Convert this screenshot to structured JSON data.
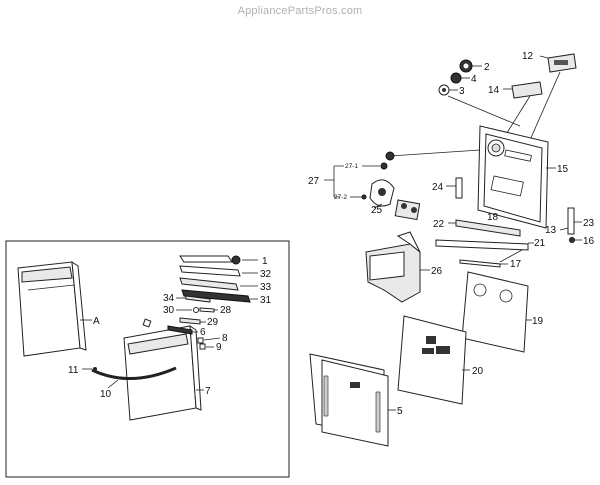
{
  "watermark": "AppliancePartsPros.com",
  "callouts": {
    "c1": "1",
    "c2": "2",
    "c3": "3",
    "c4": "4",
    "c5": "5",
    "c6": "6",
    "c7": "7",
    "c8": "8",
    "c9": "9",
    "c10": "10",
    "c11": "11",
    "c12": "12",
    "c13": "13",
    "c14": "14",
    "c15": "15",
    "c16": "16",
    "c17": "17",
    "c18": "18",
    "c19": "19",
    "c20": "20",
    "c21": "21",
    "c22": "22",
    "c23": "23",
    "c24": "24",
    "c25": "25",
    "c26": "26",
    "c27": "27",
    "c27_1": "27-1",
    "c27_2": "27-2",
    "c28": "28",
    "c29": "29",
    "c30": "30",
    "c31": "31",
    "c32": "32",
    "c33": "33",
    "c34": "34",
    "cA": "A"
  }
}
